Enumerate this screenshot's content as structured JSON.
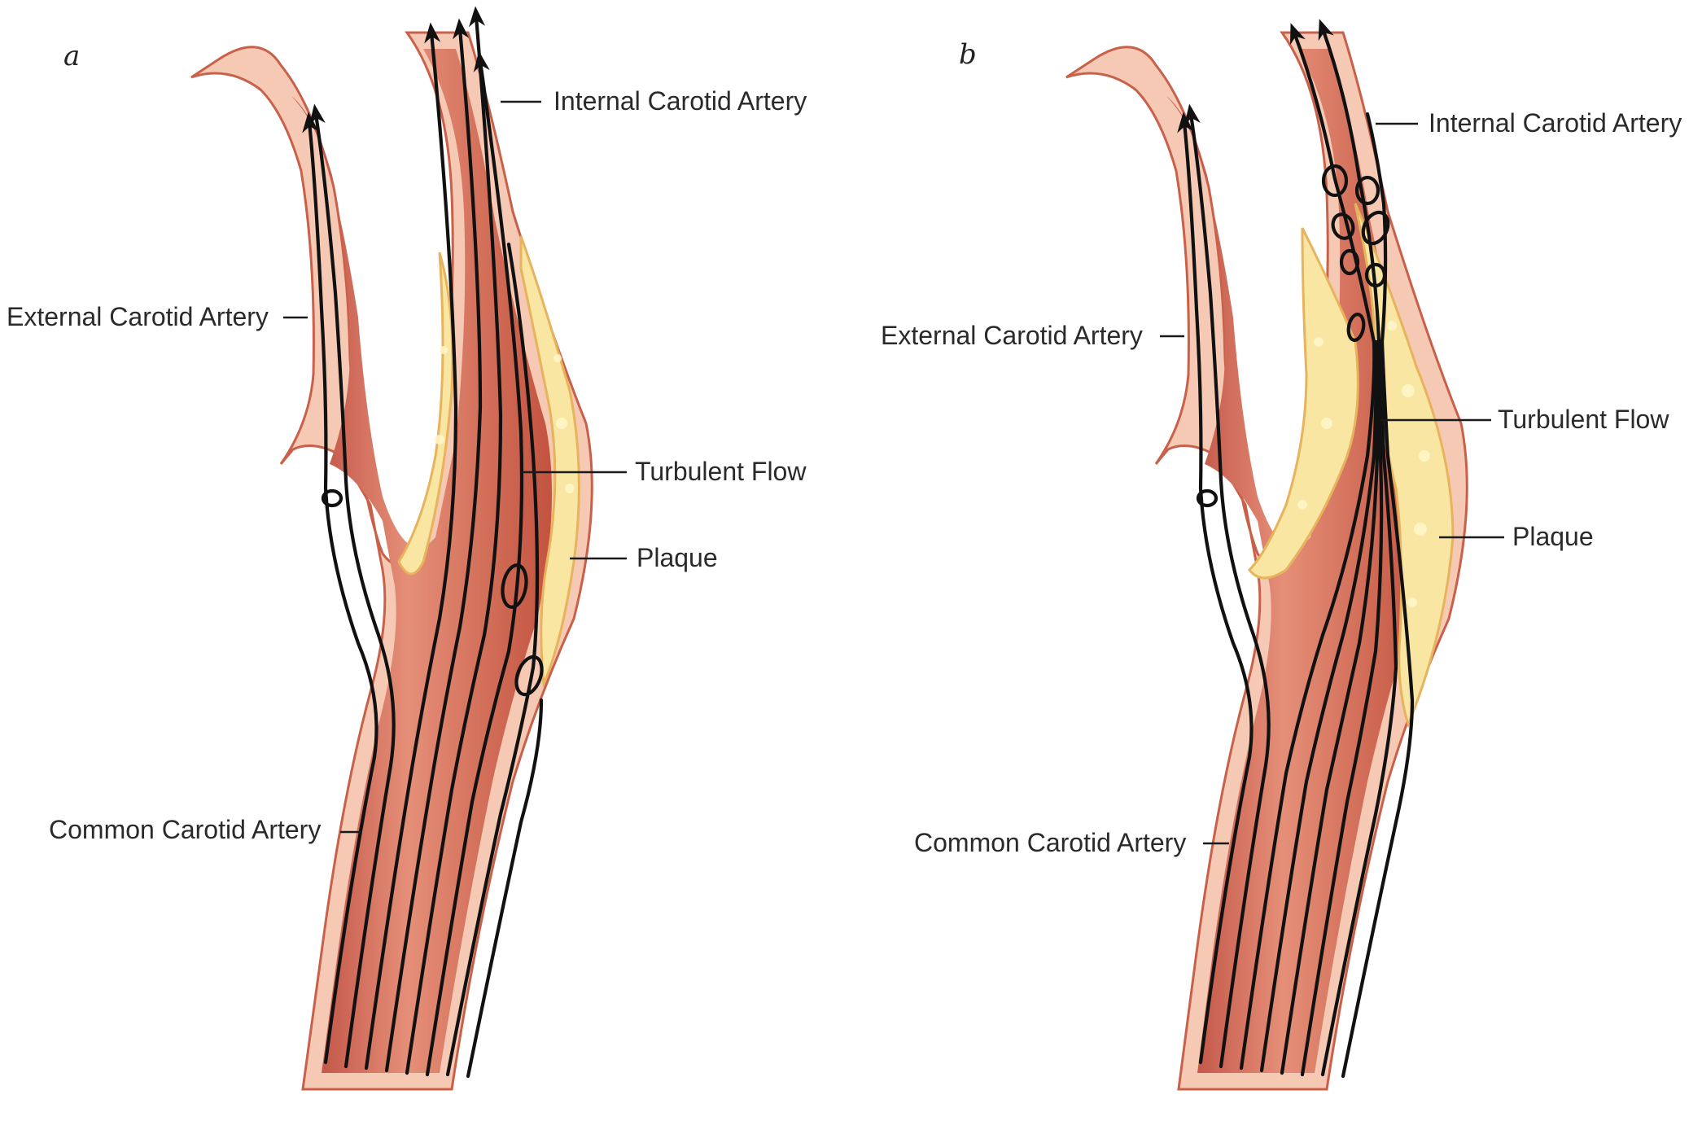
{
  "panels": [
    {
      "letter": "a",
      "labels": {
        "internal": "Internal Carotid Artery",
        "external": "External Carotid Artery",
        "turbulent": "Turbulent Flow",
        "plaque": "Plaque",
        "common": "Common Carotid Artery"
      }
    },
    {
      "letter": "b",
      "labels": {
        "internal": "Internal Carotid Artery",
        "external": "External Carotid Artery",
        "turbulent": "Turbulent Flow",
        "plaque": "Plaque",
        "common": "Common Carotid Artery"
      }
    }
  ],
  "colors": {
    "vessel_wall": "#f6c9b4",
    "vessel_edge": "#c9604a",
    "lumen_light": "#e58f78",
    "lumen_dark": "#b8453a",
    "plaque_fill": "#f8e6a2",
    "plaque_edge": "#e7b35d",
    "flow_line": "#111111"
  }
}
